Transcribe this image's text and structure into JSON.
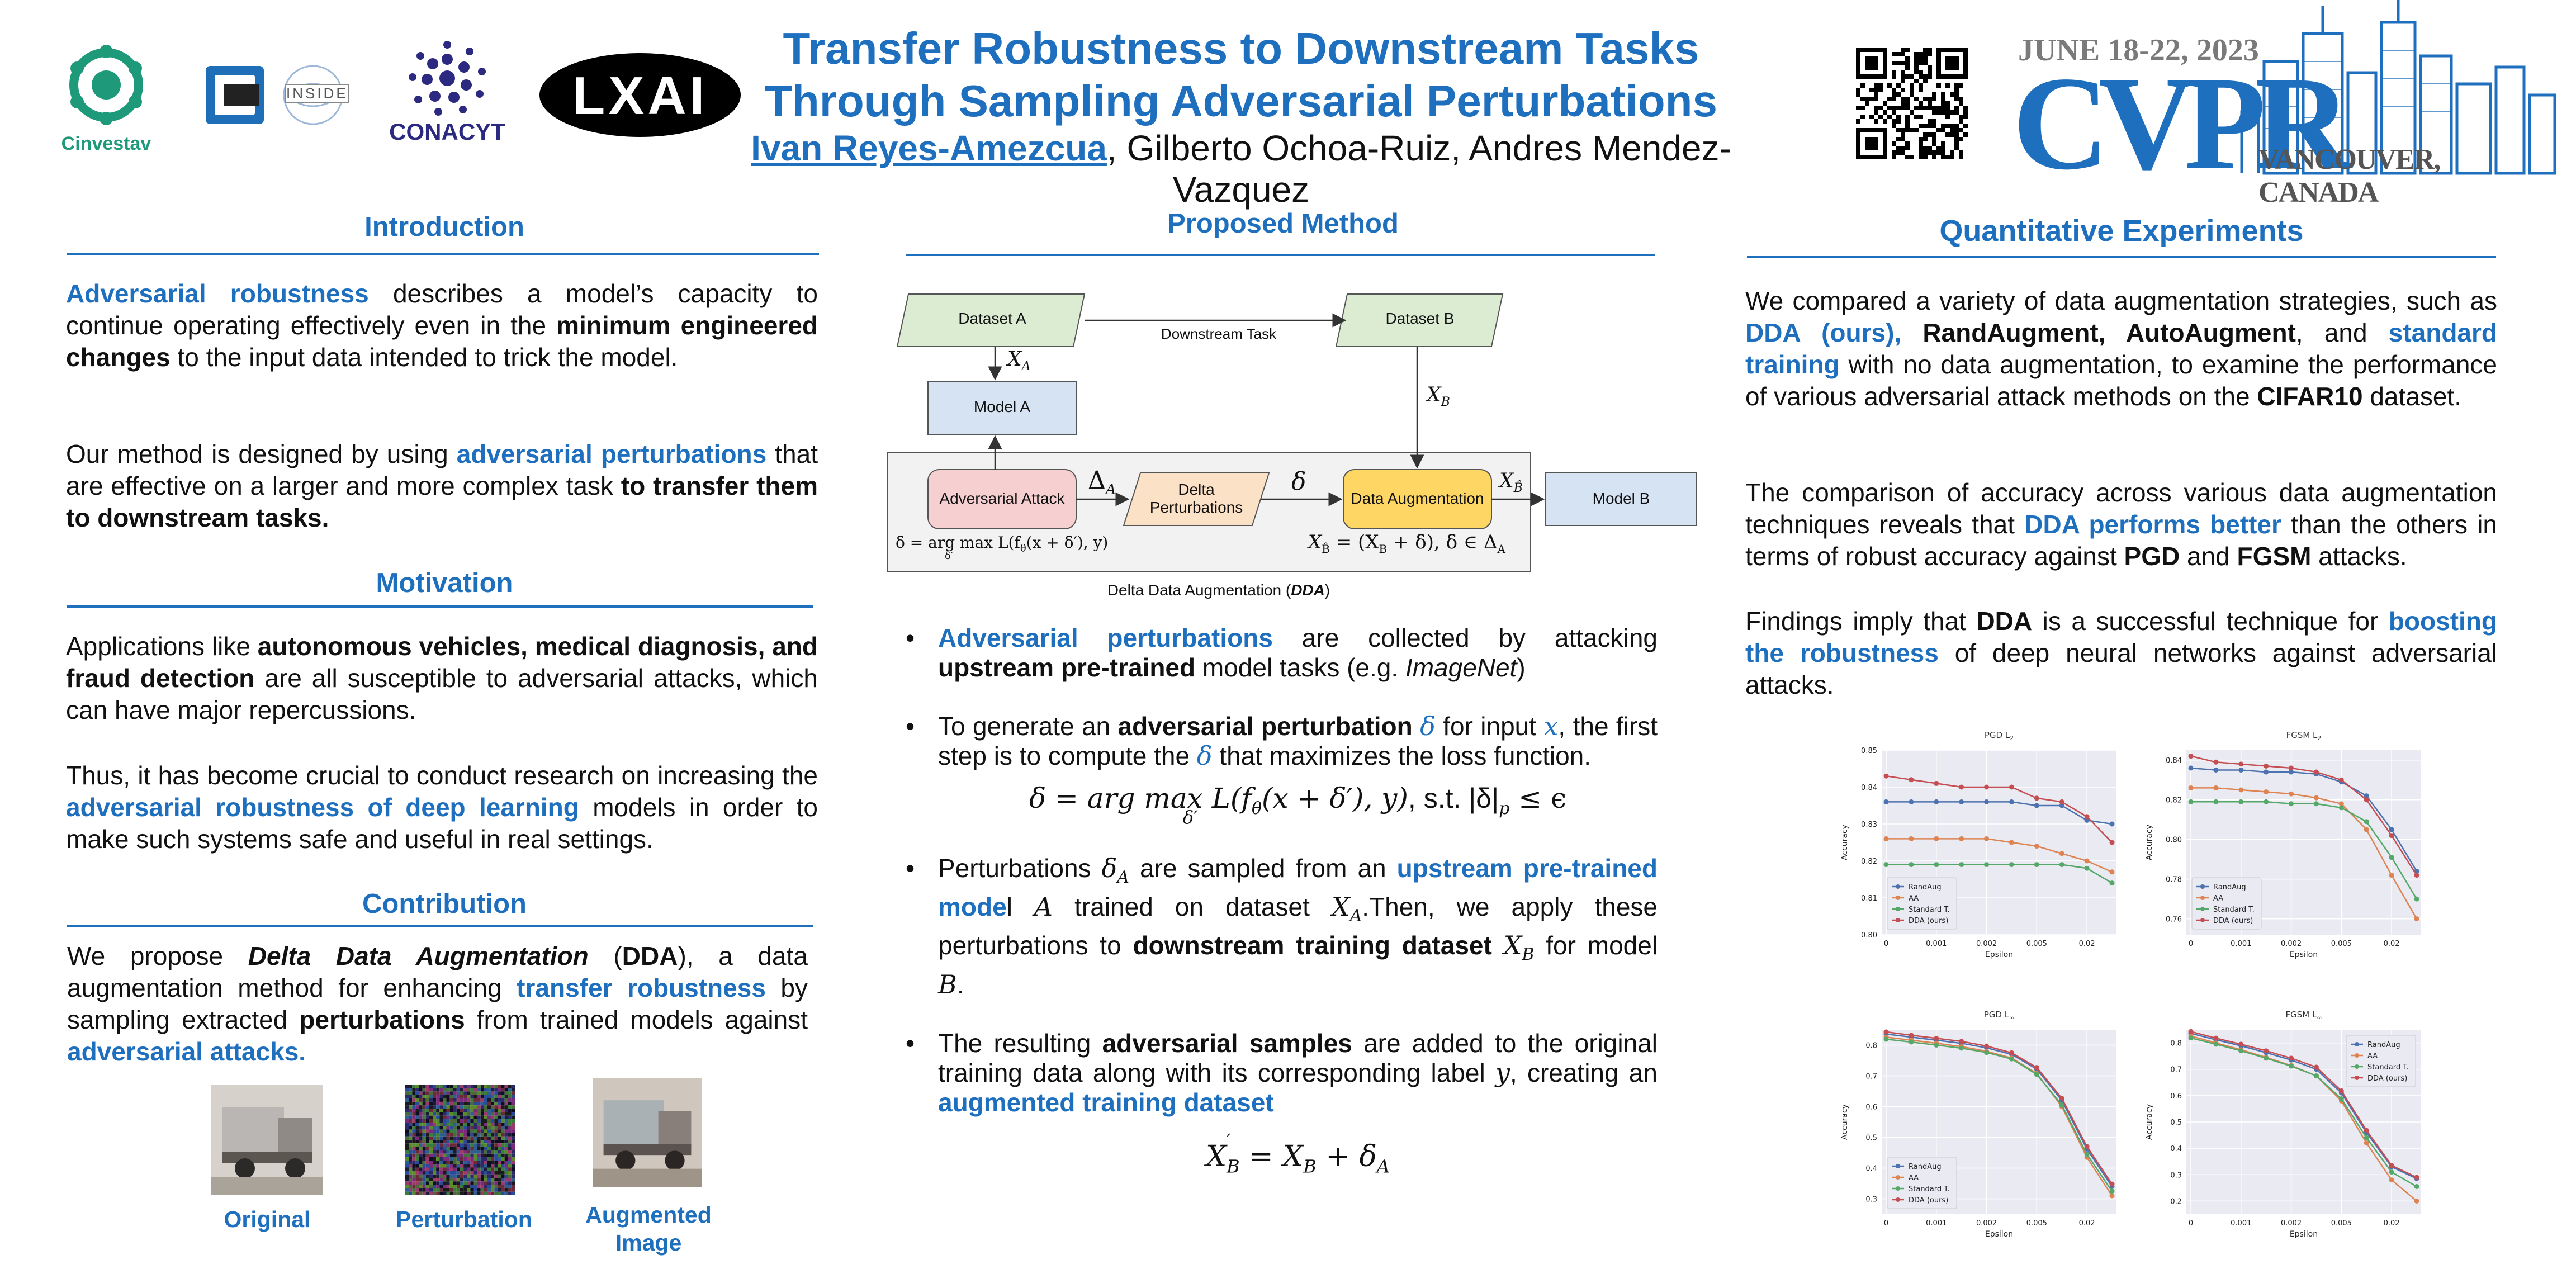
{
  "header": {
    "title_line1": "Transfer Robustness to Downstream Tasks",
    "title_line2": "Through Sampling Adversarial Perturbations",
    "author_first": "Ivan Reyes-Amezcua",
    "author_sep": ",",
    "authors_rest": " Gilberto Ochoa-Ruiz, Andres Mendez-Vazquez",
    "logos": {
      "cinvestav": "Cinvestav",
      "lab_text": "INSIDE",
      "conacyt": "CONACYT",
      "lxai": "LXAI"
    },
    "conference": {
      "dates": "JUNE 18-22, 2023",
      "name": "CVPR",
      "location": "VANCOUVER, CANADA"
    }
  },
  "introduction": {
    "heading": "Introduction",
    "p1": [
      {
        "t": "Adversarial robustness",
        "s": "blue"
      },
      {
        "t": " describes a model’s capacity to continue operating effectively even in the ",
        "s": ""
      },
      {
        "t": "minimum engineered changes",
        "s": "b"
      },
      {
        "t": " to the input data intended to trick the model.",
        "s": ""
      }
    ],
    "p2": [
      {
        "t": "Our method is designed by using ",
        "s": ""
      },
      {
        "t": "adversarial perturbations",
        "s": "blue"
      },
      {
        "t": " that are effective on a larger and more complex task ",
        "s": ""
      },
      {
        "t": "to transfer them to downstream tasks.",
        "s": "b"
      }
    ]
  },
  "motivation": {
    "heading": "Motivation",
    "p1": [
      {
        "t": "Applications like ",
        "s": ""
      },
      {
        "t": "autonomous vehicles, medical diagnosis, and fraud detection",
        "s": "b"
      },
      {
        "t": " are all susceptible to adversarial attacks, which can have major repercussions.",
        "s": ""
      }
    ],
    "p2": [
      {
        "t": "Thus, it has become crucial to conduct research on increasing the ",
        "s": ""
      },
      {
        "t": "adversarial robustness of deep learning",
        "s": "blue"
      },
      {
        "t": " models in order to make such systems safe and useful in real settings.",
        "s": ""
      }
    ]
  },
  "contribution": {
    "heading": "Contribution",
    "p1": [
      {
        "t": "We propose ",
        "s": ""
      },
      {
        "t": "Delta Data Augmentation",
        "s": "b i"
      },
      {
        "t": " (",
        "s": ""
      },
      {
        "t": "DDA",
        "s": "b"
      },
      {
        "t": "), a data augmentation method for enhancing ",
        "s": ""
      },
      {
        "t": "transfer robustness",
        "s": "blue"
      },
      {
        "t": " by sampling extracted ",
        "s": ""
      },
      {
        "t": "perturbations",
        "s": "b"
      },
      {
        "t": " from trained models against ",
        "s": ""
      },
      {
        "t": "adversarial attacks.",
        "s": "blue"
      }
    ],
    "images": [
      {
        "label": "Original"
      },
      {
        "label": "Perturbation"
      },
      {
        "label": "Augmented Image"
      }
    ]
  },
  "method": {
    "heading": "Proposed Method",
    "diagram": {
      "dataset_a": "Dataset A",
      "dataset_b": "Dataset B",
      "downstream": "Downstream Task",
      "model_a": "Model A",
      "model_b": "Model B",
      "adv_attack": "Adversarial Attack",
      "delta_pert_1": "Delta",
      "delta_pert_2": "Perturbations",
      "data_aug": "Data Augmentation",
      "x_a": "X",
      "x_a_sub": "A",
      "x_b": "X",
      "x_b_sub": "B",
      "delta_a": "Δ",
      "delta_a_sub": "A",
      "delta": "δ",
      "x_bhat": "X",
      "x_bhat_sub": "B̂",
      "eq_left": "δ = arg max L(f",
      "eq_left_theta": "θ",
      "eq_left_rest": "(x + δ′), y)",
      "eq_left_under": "δ′",
      "eq_right": "X",
      "eq_right_sub": "B̂",
      "eq_right_rest": " = (X",
      "eq_right_b": "B",
      "eq_right_rest2": " + δ), δ ∈ Δ",
      "eq_right_a": "A",
      "caption_pre": "Delta Data Augmentation (",
      "caption_em": "DDA",
      "caption_post": ")"
    },
    "bullets": {
      "b1": [
        {
          "t": "Adversarial perturbations",
          "s": "blue"
        },
        {
          "t": " are collected by attacking ",
          "s": ""
        },
        {
          "t": "upstream pre-trained",
          "s": "b"
        },
        {
          "t": " model tasks (e.g. ",
          "s": ""
        },
        {
          "t": "ImageNet",
          "s": "i"
        },
        {
          "t": ")",
          "s": ""
        }
      ],
      "b2": [
        {
          "t": "To generate an ",
          "s": ""
        },
        {
          "t": "adversarial perturbation",
          "s": "b"
        },
        {
          "t": " ",
          "s": ""
        },
        {
          "t": "δ",
          "s": "mathb"
        },
        {
          "t": " for input ",
          "s": ""
        },
        {
          "t": "x",
          "s": "mathb"
        },
        {
          "t": ", the first step is to compute the ",
          "s": ""
        },
        {
          "t": "δ",
          "s": "mathb"
        },
        {
          "t": " that maximizes the loss function.",
          "s": ""
        }
      ],
      "eq1_main": "δ = arg max L(f",
      "eq1_theta": "θ",
      "eq1_rest": "(x + δ′), y)",
      "eq1_under": "δ′",
      "eq1_st": ", s.t. |δ|",
      "eq1_p": "p",
      "eq1_end": " ≤ ϵ",
      "b3": [
        {
          "t": "Perturbations ",
          "s": ""
        },
        {
          "t": "δ",
          "s": "mathv"
        },
        {
          "t": "A",
          "s": "sub"
        },
        {
          "t": " are sampled from an ",
          "s": ""
        },
        {
          "t": "upstream pre-trained mode",
          "s": "blue"
        },
        {
          "t": "l ",
          "s": ""
        },
        {
          "t": "A",
          "s": "mathv"
        },
        {
          "t": " trained on dataset ",
          "s": ""
        },
        {
          "t": "X",
          "s": "mathv"
        },
        {
          "t": "A",
          "s": "sub"
        },
        {
          "t": ".Then, we apply these perturbations to ",
          "s": ""
        },
        {
          "t": "downstream training dataset",
          "s": "b"
        },
        {
          "t": " ",
          "s": ""
        },
        {
          "t": "X",
          "s": "mathv"
        },
        {
          "t": "B",
          "s": "sub"
        },
        {
          "t": " for model ",
          "s": ""
        },
        {
          "t": "B",
          "s": "mathv"
        },
        {
          "t": ".",
          "s": ""
        }
      ],
      "b4": [
        {
          "t": "The resulting ",
          "s": ""
        },
        {
          "t": "adversarial samples",
          "s": "b"
        },
        {
          "t": " are added to the original training data along with its corresponding label ",
          "s": ""
        },
        {
          "t": "y",
          "s": "mathv"
        },
        {
          "t": ", creating an ",
          "s": ""
        },
        {
          "t": "augmented training dataset",
          "s": "blue"
        }
      ],
      "eq2_a": "X",
      "eq2_sup": "′",
      "eq2_sub": "B",
      "eq2_b": " = X",
      "eq2_bsub": "B",
      "eq2_c": " + δ",
      "eq2_csub": "A"
    }
  },
  "experiments": {
    "heading": "Quantitative Experiments",
    "p1": [
      {
        "t": "We compared a variety of data augmentation strategies, such as ",
        "s": ""
      },
      {
        "t": "DDA (ours),",
        "s": "blue"
      },
      {
        "t": " ",
        "s": ""
      },
      {
        "t": "RandAugment, AutoAugment",
        "s": "b"
      },
      {
        "t": ", and ",
        "s": ""
      },
      {
        "t": "standard training",
        "s": "blue"
      },
      {
        "t": " with no data augmentation, to examine the performance of various adversarial attack methods on the ",
        "s": ""
      },
      {
        "t": "CIFAR10",
        "s": "b"
      },
      {
        "t": " dataset.",
        "s": ""
      }
    ],
    "p2": [
      {
        "t": "The comparison of accuracy across various data augmentation techniques reveals that ",
        "s": ""
      },
      {
        "t": "DDA performs better",
        "s": "blue"
      },
      {
        "t": " than the others in terms of robust accuracy against ",
        "s": ""
      },
      {
        "t": "PGD",
        "s": "b"
      },
      {
        "t": " and ",
        "s": ""
      },
      {
        "t": "FGSM",
        "s": "b"
      },
      {
        "t": " attacks.",
        "s": ""
      }
    ],
    "p3": [
      {
        "t": "Findings imply that ",
        "s": ""
      },
      {
        "t": "DDA",
        "s": "b"
      },
      {
        "t": " is a successful technique for ",
        "s": ""
      },
      {
        "t": "boosting the robustness",
        "s": "blue"
      },
      {
        "t": " of deep neural networks against adversarial attacks.",
        "s": ""
      }
    ]
  },
  "colors": {
    "accent": "#1f6fbf",
    "series": [
      "#4c72b0",
      "#dd8452",
      "#55a868",
      "#c44e52"
    ],
    "chart_bg": "#eaeaf2",
    "box_green": "#dbecd3",
    "box_blue": "#d5e3f3",
    "box_red": "#f6cfd0",
    "box_orange": "#fbe1c6",
    "box_yellow": "#fdd663"
  },
  "chart_data": [
    {
      "type": "line",
      "title": "PGD L",
      "title_sub": "2",
      "xlabel": "Epsilon",
      "ylabel": "Accuracy",
      "x": [
        0,
        0.0005,
        0.001,
        0.0015,
        0.002,
        0.003,
        0.005,
        0.01,
        0.02,
        0.03
      ],
      "xticks": [
        "0",
        "0.001",
        "0.002",
        "0.005",
        "0.02"
      ],
      "xtick_idx": [
        0,
        2,
        4,
        6,
        8
      ],
      "yticks": [
        "0.80",
        "0.81",
        "0.82",
        "0.83",
        "0.84",
        "0.85"
      ],
      "ylim": [
        0.8,
        0.85
      ],
      "legend": "lower-left",
      "grid": true,
      "series": [
        {
          "name": "RandAug",
          "values": [
            0.836,
            0.836,
            0.836,
            0.836,
            0.836,
            0.836,
            0.835,
            0.835,
            0.831,
            0.83
          ]
        },
        {
          "name": "AA",
          "values": [
            0.826,
            0.826,
            0.826,
            0.826,
            0.826,
            0.825,
            0.824,
            0.822,
            0.82,
            0.817
          ]
        },
        {
          "name": "Standard T.",
          "values": [
            0.819,
            0.819,
            0.819,
            0.819,
            0.819,
            0.819,
            0.819,
            0.819,
            0.818,
            0.814
          ]
        },
        {
          "name": "DDA (ours)",
          "values": [
            0.843,
            0.842,
            0.841,
            0.84,
            0.84,
            0.84,
            0.837,
            0.836,
            0.832,
            0.825
          ]
        }
      ]
    },
    {
      "type": "line",
      "title": "FGSM L",
      "title_sub": "2",
      "xlabel": "Epsilon",
      "ylabel": "Accuracy",
      "x": [
        0,
        0.0005,
        0.001,
        0.0015,
        0.002,
        0.003,
        0.005,
        0.01,
        0.02,
        0.03
      ],
      "xticks": [
        "0",
        "0.001",
        "0.002",
        "0.005",
        "0.02"
      ],
      "xtick_idx": [
        0,
        2,
        4,
        6,
        8
      ],
      "yticks": [
        "0.76",
        "0.78",
        "0.80",
        "0.82",
        "0.84"
      ],
      "ylim": [
        0.752,
        0.845
      ],
      "legend": "lower-left",
      "grid": true,
      "series": [
        {
          "name": "RandAug",
          "values": [
            0.836,
            0.835,
            0.835,
            0.834,
            0.834,
            0.833,
            0.829,
            0.822,
            0.805,
            0.784
          ]
        },
        {
          "name": "AA",
          "values": [
            0.826,
            0.826,
            0.825,
            0.824,
            0.823,
            0.821,
            0.818,
            0.805,
            0.782,
            0.76
          ]
        },
        {
          "name": "Standard T.",
          "values": [
            0.819,
            0.819,
            0.819,
            0.819,
            0.818,
            0.818,
            0.816,
            0.809,
            0.791,
            0.77
          ]
        },
        {
          "name": "DDA (ours)",
          "values": [
            0.842,
            0.839,
            0.838,
            0.837,
            0.836,
            0.834,
            0.83,
            0.82,
            0.802,
            0.782
          ]
        }
      ]
    },
    {
      "type": "line",
      "title": "PGD L",
      "title_sub": "∞",
      "xlabel": "Epsilon",
      "ylabel": "Accuracy",
      "x": [
        0,
        0.0005,
        0.001,
        0.0015,
        0.002,
        0.003,
        0.005,
        0.01,
        0.02,
        0.03
      ],
      "xticks": [
        "0",
        "0.001",
        "0.002",
        "0.005",
        "0.02"
      ],
      "xtick_idx": [
        0,
        2,
        4,
        6,
        8
      ],
      "yticks": [
        "0.3",
        "0.4",
        "0.5",
        "0.6",
        "0.7",
        "0.8"
      ],
      "ylim": [
        0.25,
        0.85
      ],
      "legend": "lower-left",
      "grid": true,
      "series": [
        {
          "name": "RandAug",
          "values": [
            0.836,
            0.826,
            0.816,
            0.806,
            0.791,
            0.77,
            0.722,
            0.62,
            0.462,
            0.34
          ]
        },
        {
          "name": "AA",
          "values": [
            0.826,
            0.816,
            0.806,
            0.795,
            0.78,
            0.758,
            0.708,
            0.6,
            0.435,
            0.31
          ]
        },
        {
          "name": "Standard T.",
          "values": [
            0.819,
            0.81,
            0.8,
            0.79,
            0.776,
            0.755,
            0.705,
            0.605,
            0.445,
            0.325
          ]
        },
        {
          "name": "DDA (ours)",
          "values": [
            0.843,
            0.832,
            0.822,
            0.812,
            0.797,
            0.775,
            0.727,
            0.627,
            0.47,
            0.348
          ]
        }
      ]
    },
    {
      "type": "line",
      "title": "FGSM L",
      "title_sub": "∞",
      "xlabel": "Epsilon",
      "ylabel": "Accuracy",
      "x": [
        0,
        0.0005,
        0.001,
        0.0015,
        0.002,
        0.003,
        0.005,
        0.01,
        0.02,
        0.03
      ],
      "xticks": [
        "0",
        "0.001",
        "0.002",
        "0.005",
        "0.02"
      ],
      "xtick_idx": [
        0,
        2,
        4,
        6,
        8
      ],
      "yticks": [
        "0.2",
        "0.3",
        "0.4",
        "0.5",
        "0.6",
        "0.7",
        "0.8"
      ],
      "ylim": [
        0.15,
        0.85
      ],
      "legend": "upper-right",
      "grid": true,
      "series": [
        {
          "name": "RandAug",
          "values": [
            0.836,
            0.812,
            0.789,
            0.763,
            0.735,
            0.7,
            0.61,
            0.46,
            0.33,
            0.285
          ]
        },
        {
          "name": "AA",
          "values": [
            0.826,
            0.8,
            0.774,
            0.745,
            0.714,
            0.675,
            0.58,
            0.42,
            0.28,
            0.2
          ]
        },
        {
          "name": "Standard T.",
          "values": [
            0.819,
            0.795,
            0.77,
            0.742,
            0.712,
            0.675,
            0.588,
            0.44,
            0.31,
            0.255
          ]
        },
        {
          "name": "DDA (ours)",
          "values": [
            0.843,
            0.818,
            0.795,
            0.77,
            0.742,
            0.708,
            0.618,
            0.468,
            0.335,
            0.29
          ]
        }
      ]
    }
  ]
}
